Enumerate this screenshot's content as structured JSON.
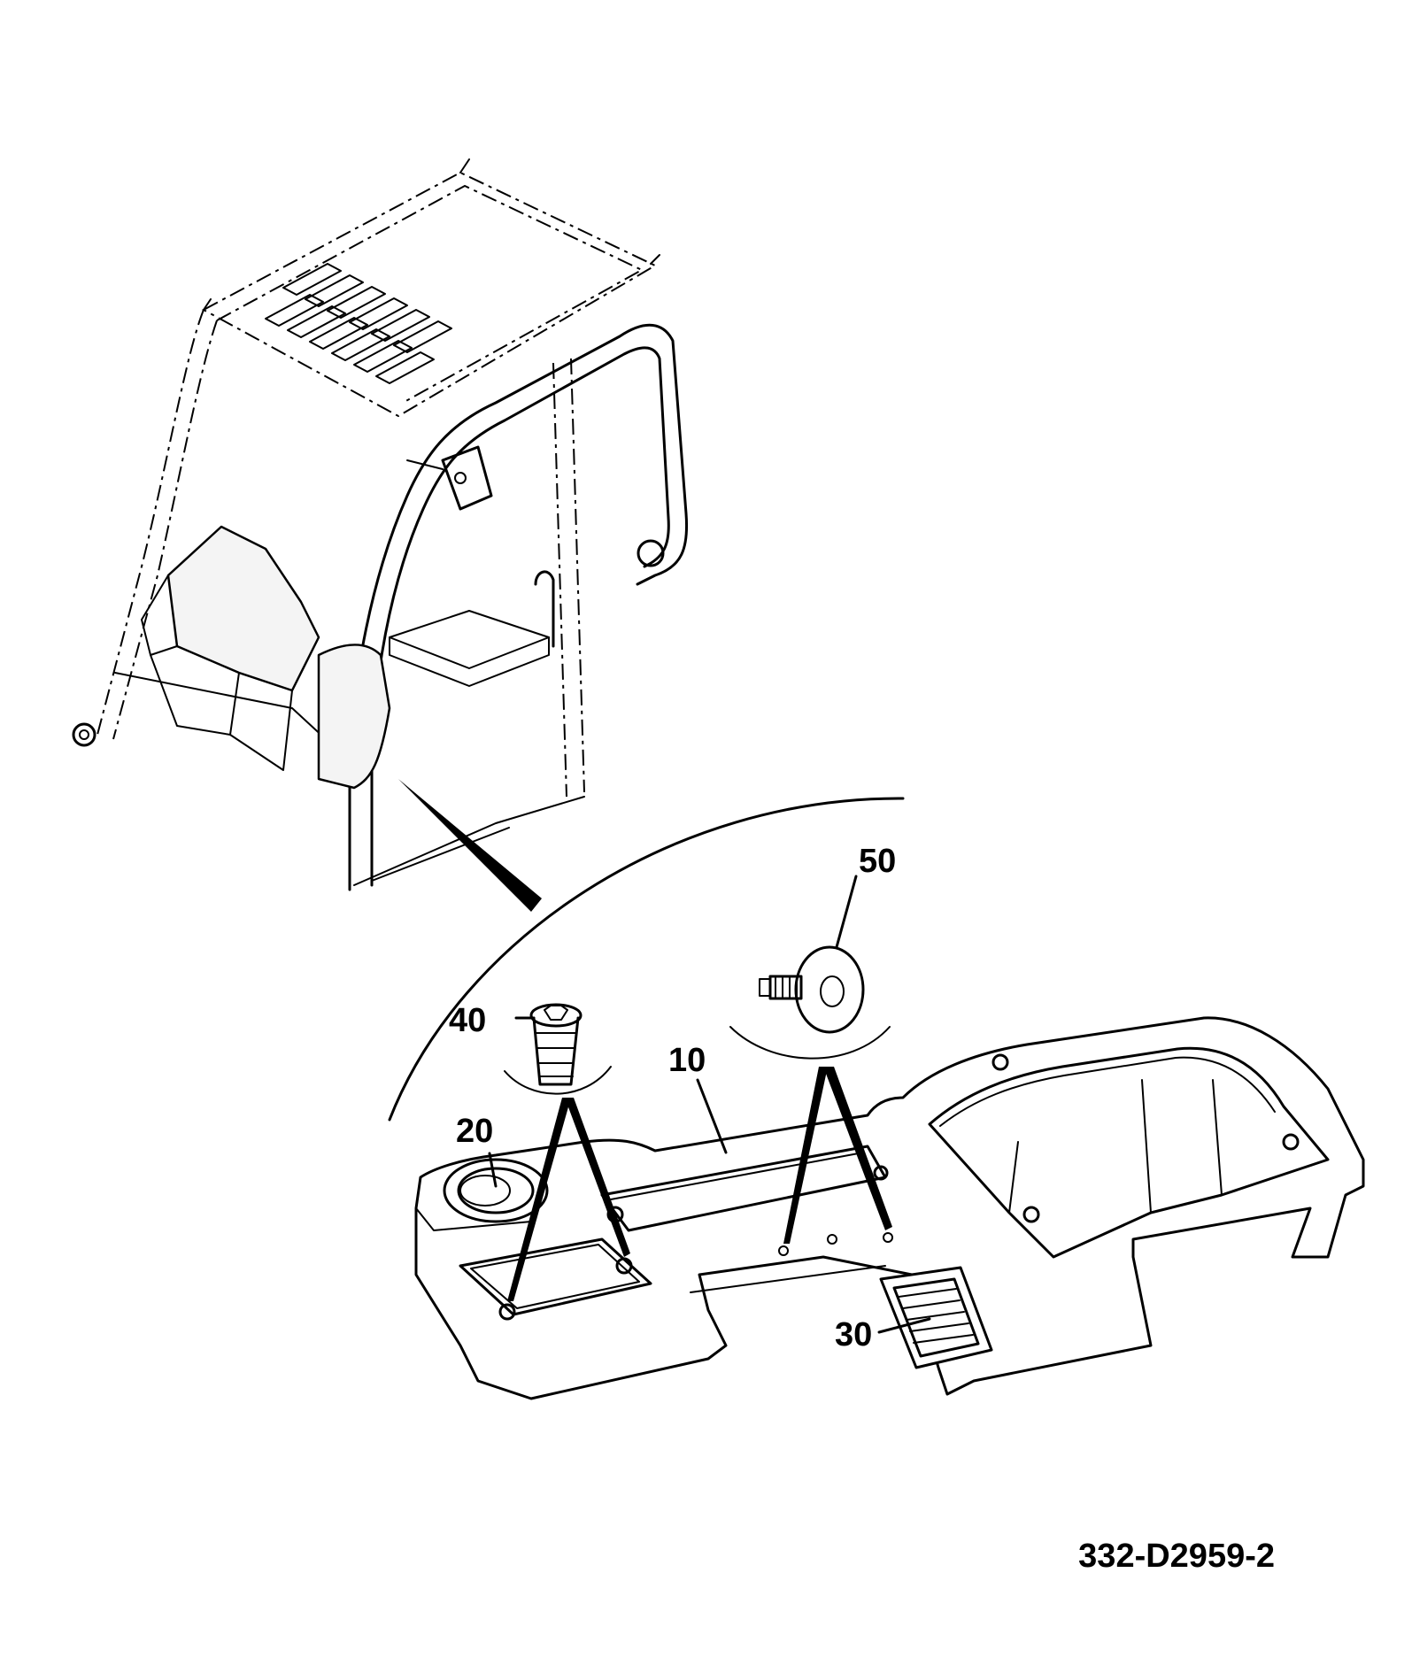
{
  "drawing_number": "332-D2959-2",
  "callouts": {
    "part_10": "10",
    "part_20": "20",
    "part_30": "30",
    "part_40": "40",
    "part_50": "50"
  },
  "icons": {
    "cab": "cab-frame-icon",
    "dashboard": "dashboard-panel-icon",
    "grommet": "grommet-icon",
    "vent": "air-vent-icon",
    "insert": "threaded-insert-icon",
    "fastener": "push-fastener-icon"
  },
  "colors": {
    "line": "#000000",
    "background": "#ffffff"
  }
}
